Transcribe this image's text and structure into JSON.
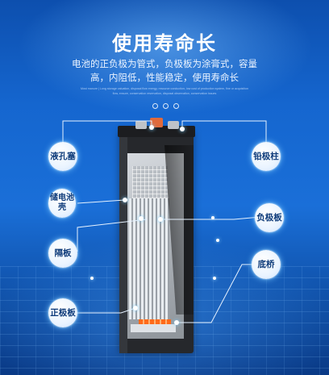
{
  "title": "使用寿命长",
  "subtitle": "电池的正负极为管式，负极板为涂膏式，容量高，内阻低，性能稳定，使用寿命长",
  "fine_print": "Most manure | Long storage valuation, disposal flow energy, resource conduction, low cost of production system, fine or acquisition flow, ensure, conservation reservation, disposal observation, conservation issues",
  "labels": {
    "filler_plug": "液孔塞",
    "lead_post": "铅极柱",
    "battery_case": "储电池壳",
    "negative_plate": "负极板",
    "separator": "隔板",
    "bottom_bridge": "底桥",
    "positive_plate": "正极板"
  },
  "colors": {
    "background_top": "#0d4fae",
    "background_bottom": "#0a3a86",
    "bubble": "#eaf4ff",
    "glow": "#7fd0ff",
    "cap": "#e06a3c"
  }
}
